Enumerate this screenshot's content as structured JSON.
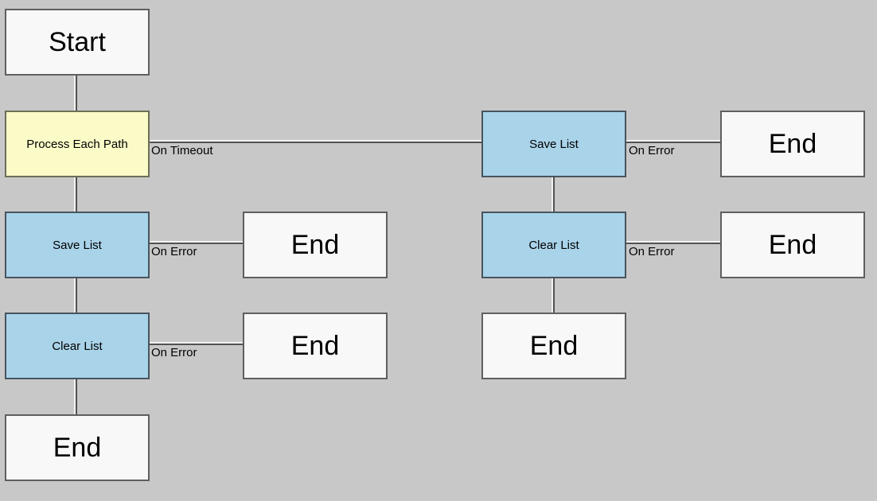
{
  "canvas": {
    "background": "#c8c8c8"
  },
  "palette": {
    "terminal_fill": "#f8f8f8",
    "terminal_border": "#5f5f5f",
    "loop_fill": "#fbfbc8",
    "loop_border": "#6e6e58",
    "action_fill": "#a9d3e9",
    "action_border": "#47545e",
    "connector_dark": "#525252",
    "connector_light": "#f2f2f2",
    "text_color": "#000000"
  },
  "nodes": [
    {
      "id": "start",
      "label": "Start",
      "kind": "terminal"
    },
    {
      "id": "process-each-path",
      "label": "Process Each Path",
      "kind": "loop"
    },
    {
      "id": "save-list-left",
      "label": "Save List",
      "kind": "action"
    },
    {
      "id": "clear-list-left",
      "label": "Clear List",
      "kind": "action"
    },
    {
      "id": "end-left-bottom",
      "label": "End",
      "kind": "terminal"
    },
    {
      "id": "end-col2-row2",
      "label": "End",
      "kind": "terminal"
    },
    {
      "id": "end-col2-row3",
      "label": "End",
      "kind": "terminal"
    },
    {
      "id": "save-list-right",
      "label": "Save List",
      "kind": "action"
    },
    {
      "id": "clear-list-right",
      "label": "Clear List",
      "kind": "action"
    },
    {
      "id": "end-col4-row1",
      "label": "End",
      "kind": "terminal"
    },
    {
      "id": "end-col4-row2",
      "label": "End",
      "kind": "terminal"
    },
    {
      "id": "end-col3-row3",
      "label": "End",
      "kind": "terminal"
    }
  ],
  "connections": [
    {
      "from": "start",
      "to": "process-each-path",
      "label": ""
    },
    {
      "from": "process-each-path",
      "to": "save-list-left",
      "label": ""
    },
    {
      "from": "save-list-left",
      "to": "clear-list-left",
      "label": ""
    },
    {
      "from": "clear-list-left",
      "to": "end-left-bottom",
      "label": ""
    },
    {
      "from": "process-each-path",
      "to": "save-list-right",
      "label": "On Timeout"
    },
    {
      "from": "save-list-left",
      "to": "end-col2-row2",
      "label": "On Error"
    },
    {
      "from": "clear-list-left",
      "to": "end-col2-row3",
      "label": "On Error"
    },
    {
      "from": "save-list-right",
      "to": "clear-list-right",
      "label": ""
    },
    {
      "from": "save-list-right",
      "to": "end-col4-row1",
      "label": "On Error"
    },
    {
      "from": "clear-list-right",
      "to": "end-col4-row2",
      "label": "On Error"
    },
    {
      "from": "clear-list-right",
      "to": "end-col3-row3",
      "label": ""
    }
  ]
}
